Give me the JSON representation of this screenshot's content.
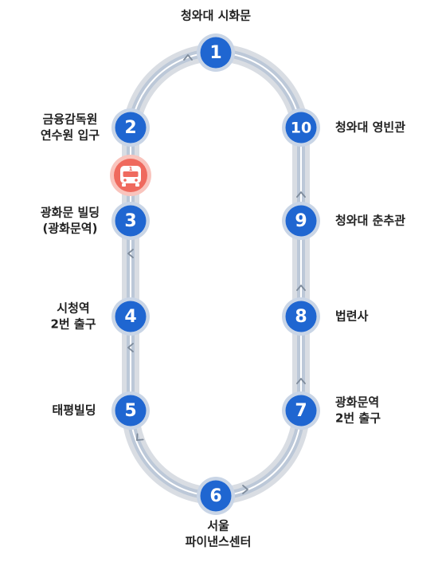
{
  "route": {
    "colors": {
      "track_outer": "#d9dde3",
      "track_inner": "#bcc8d8",
      "track_line": "#ffffff",
      "stop_fill": "#1f66d1",
      "stop_halo": "#c9d5e6",
      "arrow": "#7f8c9c",
      "bus_fill": "#ef6a5e",
      "bus_halo": "#f9c4bd"
    },
    "stops": [
      {
        "number": "1",
        "lines": [
          "청와대 시화문"
        ]
      },
      {
        "number": "2",
        "lines": [
          "금융감독원",
          "연수원 입구"
        ]
      },
      {
        "number": "3",
        "lines": [
          "광화문 빌딩",
          "(광화문역)"
        ]
      },
      {
        "number": "4",
        "lines": [
          "시청역",
          "2번 출구"
        ]
      },
      {
        "number": "5",
        "lines": [
          "태평빌딩"
        ]
      },
      {
        "number": "6",
        "lines": [
          "서울",
          "파이낸스센터"
        ]
      },
      {
        "number": "7",
        "lines": [
          "광화문역",
          "2번 출구"
        ]
      },
      {
        "number": "8",
        "lines": [
          "법련사"
        ]
      },
      {
        "number": "9",
        "lines": [
          "청와대 춘추관"
        ]
      },
      {
        "number": "10",
        "lines": [
          "청와대 영빈관"
        ]
      }
    ],
    "bus": {
      "label": "1",
      "icon": "bus-icon",
      "between_stops": [
        "2",
        "3"
      ]
    }
  }
}
